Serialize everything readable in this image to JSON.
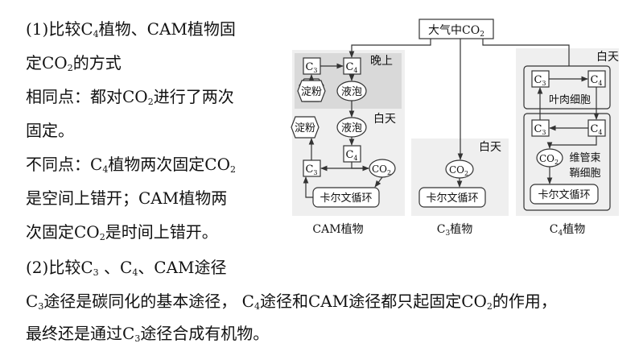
{
  "text": {
    "p1_a": "(1)比较C",
    "p1_a_sub": "4",
    "p1_b": "植物、CAM植物固",
    "p2_a": "定CO",
    "p2_a_sub": "2",
    "p2_b": "的方式",
    "p3_a": "相同点：都对CO",
    "p3_a_sub": "2",
    "p3_b": "进行了两次",
    "p4": "固定。",
    "p5_a": "不同点：C",
    "p5_a_sub": "4",
    "p5_b": "植物两次固定CO",
    "p5_b_sub": "2",
    "p6": "是空间上错开；CAM植物两",
    "p7_a": "次固定CO",
    "p7_a_sub": "2",
    "p7_b": "是时间上错开。",
    "p8_a": "(2)比较C",
    "p8_a_sub": "3",
    "p8_b": " 、C",
    "p8_b_sub": "4",
    "p8_c": "、CAM途径",
    "p9_a": "C",
    "p9_a_sub": "3",
    "p9_b": "途径是碳同化的基本途径， C",
    "p9_b_sub": "4",
    "p9_c": "途径和CAM途径都只起固定CO",
    "p9_c_sub": "2",
    "p9_d": "的作用，",
    "p10_a": "最终还是通过C",
    "p10_a_sub": "3",
    "p10_b": "途径合成有机物。"
  },
  "diagram": {
    "atmosphere": "大气中CO",
    "atmosphere_sub": "2",
    "cam": {
      "night": "晚上",
      "day": "白天",
      "c": "C",
      "c3_sub": "3",
      "c4_sub": "4",
      "starch": "淀粉",
      "vacuole": "液泡",
      "co2": "CO",
      "co2_sub": "2",
      "calvin": "卡尔文循环",
      "label": "CAM植物"
    },
    "c3plant": {
      "day": "白天",
      "co2": "CO",
      "co2_sub": "2",
      "calvin": "卡尔文循环",
      "label_a": "C",
      "label_sub": "3",
      "label_b": "植物"
    },
    "c4plant": {
      "day": "白天",
      "c": "C",
      "c3_sub": "3",
      "c4_sub": "4",
      "mesophyll": "叶肉细胞",
      "co2": "CO",
      "co2_sub": "2",
      "bundle_1": "维管束",
      "bundle_2": "鞘细胞",
      "calvin": "卡尔文循环",
      "label_a": "C",
      "label_sub": "4",
      "label_b": "植物"
    }
  },
  "colors": {
    "night_bg": "#d9d9d9",
    "panel_bg": "#efefef",
    "line": "#333333"
  }
}
